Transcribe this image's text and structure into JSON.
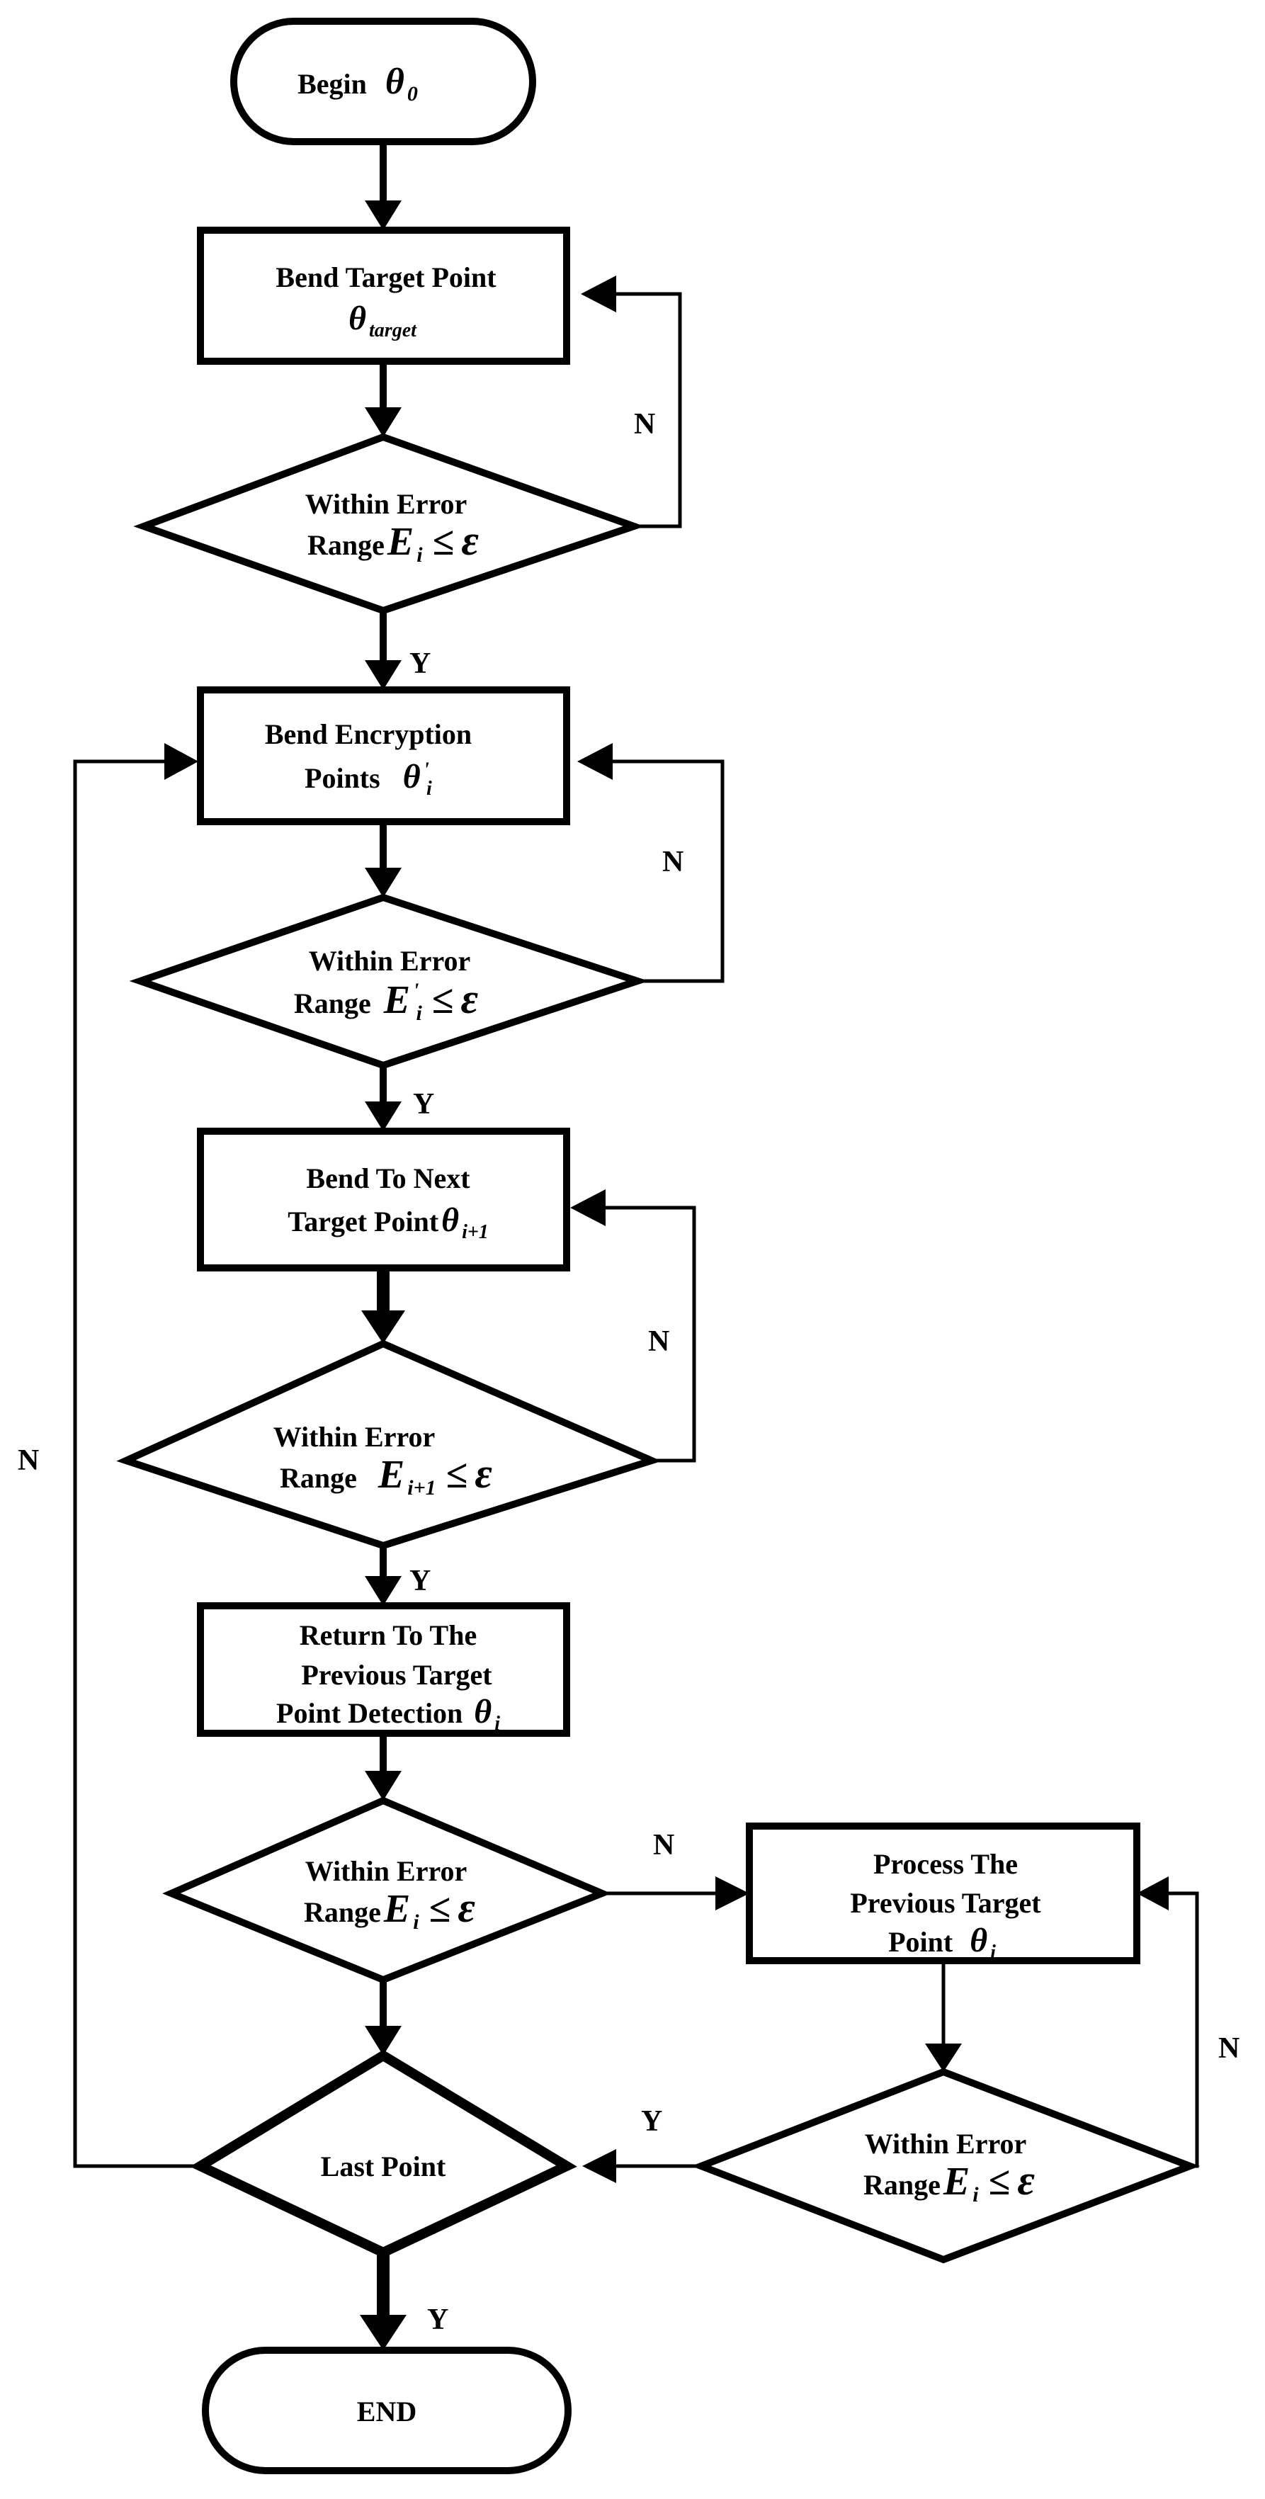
{
  "start": {
    "label": "Begin",
    "symbol": "θ",
    "sub": "0"
  },
  "end": {
    "label": "END"
  },
  "steps": {
    "bend_target": {
      "line1": "Bend Target Point",
      "symbol": "θ",
      "sub": "target"
    },
    "bend_encryption": {
      "line1": "Bend Encryption",
      "line2": "Points",
      "symbol": "θ",
      "sup": "'",
      "sub": "i"
    },
    "bend_next": {
      "line1": "Bend To Next",
      "line2": "Target Point",
      "symbol": "θ",
      "sub": "i+1"
    },
    "return_prev": {
      "line1": "Return To The",
      "line2": "Previous Target",
      "line3": "Point Detection",
      "symbol": "θ",
      "sub": "i"
    },
    "process_prev": {
      "line1": "Process The",
      "line2": "Previous Target",
      "line3": "Point",
      "symbol": "θ",
      "sub": "i"
    }
  },
  "decisions": {
    "d1": {
      "line1": "Within Error",
      "line2": "Range",
      "E": "E",
      "sub": "i",
      "sup": "",
      "rel": "≤",
      "eps": "ε"
    },
    "d2": {
      "line1": "Within Error",
      "line2": "Range",
      "E": "E",
      "sub": "i",
      "sup": "'",
      "rel": "≤",
      "eps": "ε"
    },
    "d3": {
      "line1": "Within Error",
      "line2": "Range",
      "E": "E",
      "sub": "i+1",
      "sup": "",
      "rel": "≤",
      "eps": "ε"
    },
    "d4": {
      "line1": "Within Error",
      "line2": "Range",
      "E": "E",
      "sub": "i",
      "sup": "",
      "rel": "≤",
      "eps": "ε"
    },
    "d5": {
      "line1": "Within Error",
      "line2": "Range",
      "E": "E",
      "sub": "i",
      "sup": "",
      "rel": "≤",
      "eps": "ε"
    },
    "last": {
      "label": "Last Point"
    }
  },
  "edge_labels": {
    "yes": "Y",
    "no": "N"
  }
}
